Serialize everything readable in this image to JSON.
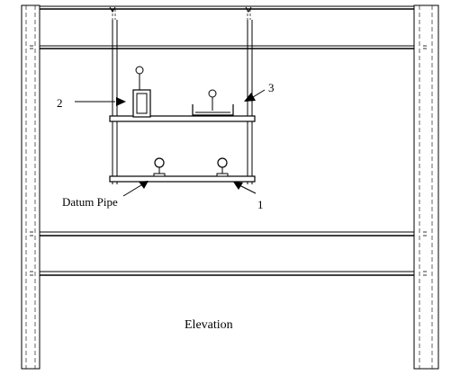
{
  "labels": {
    "datum_pipe": "Datum Pipe",
    "callout_1": "1",
    "callout_2": "2",
    "callout_3": "3",
    "view_title": "Elevation"
  },
  "colors": {
    "line": "#000000",
    "background": "#ffffff"
  }
}
